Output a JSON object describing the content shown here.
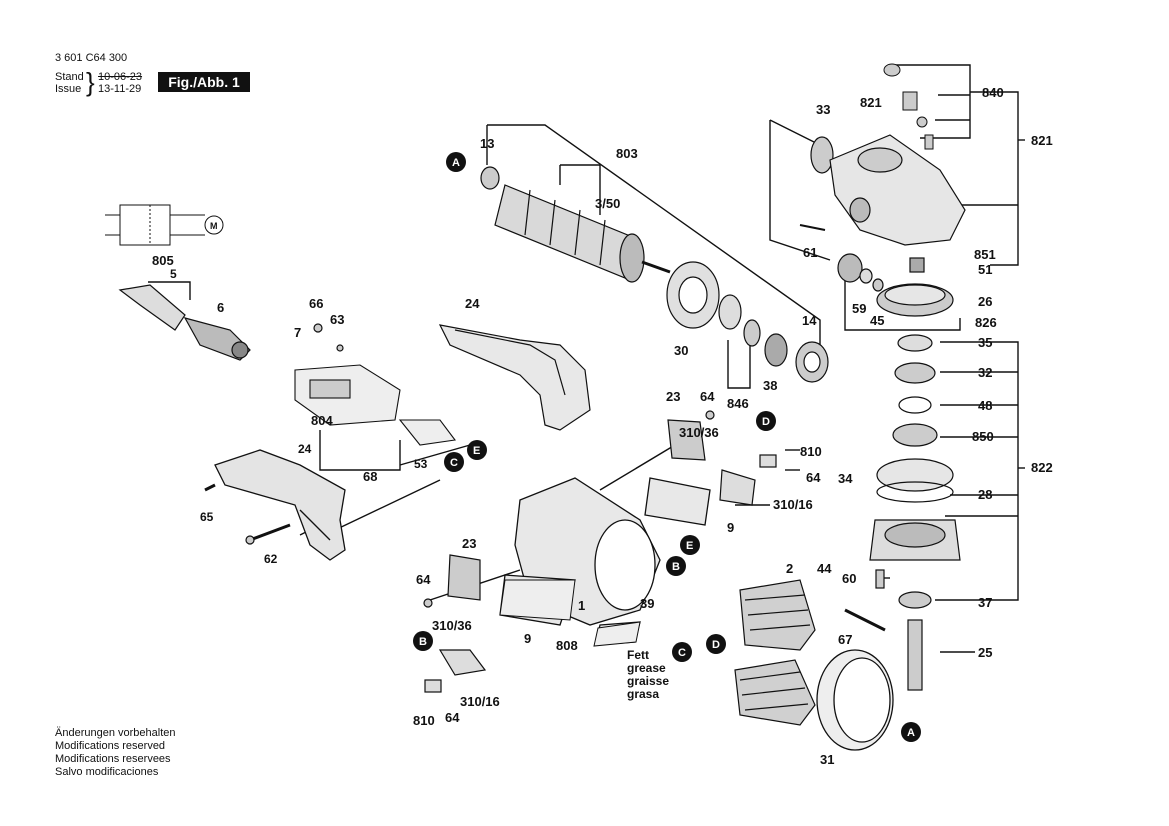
{
  "header": {
    "part_number": "3 601 C64 300",
    "stand_label": "Stand",
    "issue_label": "Issue",
    "stand_date": "10-06-23",
    "issue_date": "13-11-29",
    "figure": "Fig./Abb. 1"
  },
  "notes": [
    "Änderungen vorbehalten",
    "Modifications reserved",
    "Modifications reservees",
    "Salvo modificaciones"
  ],
  "grease_label": [
    "Fett",
    "grease",
    "graisse",
    "grasa"
  ],
  "callout_letters": [
    "A",
    "B",
    "C",
    "D",
    "E"
  ],
  "parts": {
    "p1": "1",
    "p2": "2",
    "p5": "5",
    "p6": "6",
    "p7": "7",
    "p9a": "9",
    "p9b": "9",
    "p13": "13",
    "p14": "14",
    "p23a": "23",
    "p23b": "23",
    "p24a": "24",
    "p24b": "24",
    "p25": "25",
    "p26": "26",
    "p28": "28",
    "p30": "30",
    "p31": "31",
    "p32": "32",
    "p33": "33",
    "p34": "34",
    "p35": "35",
    "p37": "37",
    "p38": "38",
    "p39": "39",
    "p44": "44",
    "p45": "45",
    "p48": "48",
    "p51": "51",
    "p53": "53",
    "p59": "59",
    "p60": "60",
    "p61": "61",
    "p62": "62",
    "p63": "63",
    "p64a": "64",
    "p64b": "64",
    "p64c": "64",
    "p64d": "64",
    "p65": "65",
    "p66": "66",
    "p67": "67",
    "p68": "68",
    "p310_36a": "310/36",
    "p310_36b": "310/36",
    "p310_16a": "310/16",
    "p310_16b": "310/16",
    "p350": "3/50",
    "p803": "803",
    "p804": "804",
    "p805": "805",
    "p808": "808",
    "p810a": "810",
    "p810b": "810",
    "p821a": "821",
    "p821b": "821",
    "p822": "822",
    "p826": "826",
    "p840": "840",
    "p846": "846",
    "p850": "850",
    "p851": "851"
  }
}
